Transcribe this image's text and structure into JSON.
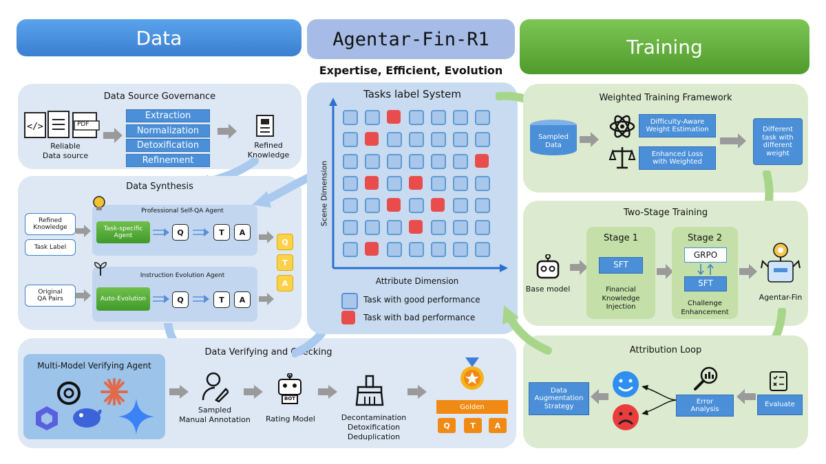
{
  "banners": {
    "data": "Data",
    "title": "Agentar-Fin-R1",
    "training": "Training",
    "subtitle": "Expertise, Efficient, Evolution"
  },
  "data_source": {
    "title": "Data Source Governance",
    "reliable_label": "Reliable\nData source",
    "steps": [
      "Extraction",
      "Normalization",
      "Detoxification",
      "Refinement"
    ],
    "refined_label": "Refined\nKnowledge",
    "pdf_label": "PDF"
  },
  "synthesis": {
    "title": "Data Synthesis",
    "refined_knowledge": "Refined\nKnowledge",
    "task_label": "Task Label",
    "original_qa": "Original\nQA Pairs",
    "self_qa_title": "Professional Self-QA Agent",
    "task_specific_agent": "Task-specific\nAgent",
    "evolution_title": "Instruction Evolution Agent",
    "auto_evolution": "Auto-Evolution",
    "letters": [
      "Q",
      "T",
      "A"
    ],
    "stack": [
      "Q",
      "T",
      "A"
    ]
  },
  "verifying": {
    "title": "Data Verifying and Checking",
    "multi_model": "Multi-Model Verifying Agent",
    "sampled": "Sampled\nManual Annotation",
    "rating": "Rating Model",
    "bot": "BOT",
    "decontam": "Decontamination\nDetoxification\nDeduplication",
    "golden": "Golden",
    "golden_letters": [
      "Q",
      "T",
      "A"
    ]
  },
  "tasks": {
    "title": "Tasks label System",
    "y_axis": "Scene Dimension",
    "x_axis": "Attribute Dimension",
    "legend_good": "Task with good performance",
    "legend_bad": "Task with bad performance",
    "good_color": "#5b9bd5",
    "bad_color": "#e84c4c",
    "grid": [
      [
        0,
        0,
        1,
        0,
        0,
        0,
        0
      ],
      [
        0,
        1,
        0,
        0,
        0,
        0,
        0
      ],
      [
        0,
        0,
        0,
        0,
        0,
        0,
        1
      ],
      [
        0,
        1,
        0,
        1,
        0,
        0,
        0
      ],
      [
        0,
        0,
        1,
        0,
        1,
        0,
        0
      ],
      [
        0,
        0,
        0,
        1,
        0,
        0,
        0
      ],
      [
        0,
        1,
        0,
        0,
        0,
        0,
        0
      ]
    ]
  },
  "weighted": {
    "title": "Weighted Training Framework",
    "sampled_data": "Sampled\nData",
    "difficulty": "Difficulty-Aware\nWeight Estimation",
    "enhanced": "Enhanced Loss\nwith Weighted",
    "different": "Different\ntask with\ndifferent\nweight"
  },
  "two_stage": {
    "title": "Two-Stage Training",
    "base_model": "Base model",
    "stage1": "Stage 1",
    "sft": "SFT",
    "stage1_caption": "Financial\nKnowledge\nInjection",
    "stage2": "Stage 2",
    "grpo": "GRPO",
    "sft2": "SFT",
    "stage2_caption": "Challenge\nEnhancement",
    "agentar": "Agentar-Fin"
  },
  "attribution": {
    "title": "Attribution Loop",
    "data_aug": "Data\nAugmentation\nStrategy",
    "error": "Error\nAnalysis",
    "evaluate": "Evaluate"
  },
  "colors": {
    "blue_banner": "#4a90e2",
    "title_banner": "#9fb6e3",
    "green_banner": "#69b83a",
    "blue_panel": "#dde8f4",
    "green_panel": "#dcebcf",
    "accent_blue": "#4a8fd8",
    "golden": "#f08a14"
  }
}
